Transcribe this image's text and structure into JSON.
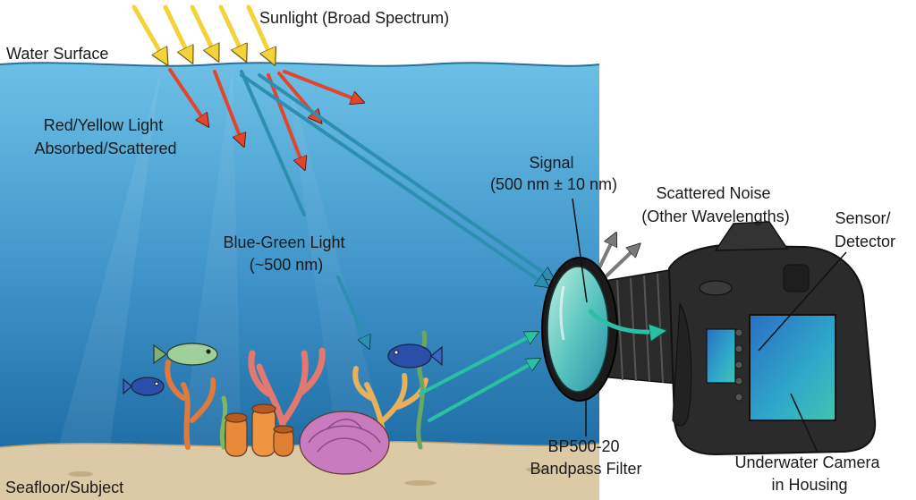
{
  "labels": {
    "sunlight": "Sunlight (Broad Spectrum)",
    "water_surface": "Water Surface",
    "red_yellow": [
      "Red/Yellow Light",
      "Absorbed/Scattered"
    ],
    "blue_green": [
      "Blue-Green Light",
      "(~500 nm)"
    ],
    "signal": [
      "Signal",
      "(500 nm ± 10 nm)"
    ],
    "scattered_noise": [
      "Scattered Noise",
      "(Other Wavelengths)"
    ],
    "sensor": [
      "Sensor/",
      "Detector"
    ],
    "filter": [
      "BP500-20",
      "Bandpass Filter"
    ],
    "camera": [
      "Underwater Camera",
      "in Housing"
    ],
    "seafloor": "Seafloor/Subject"
  },
  "colors": {
    "water_top": "#5fb4dc",
    "water_bottom": "#1f6fa8",
    "sunlight": "#f3d23a",
    "red_light": "#e2452b",
    "blue_green_light": "#2d8fb0",
    "signal": "#2bb5a0",
    "noise": "#6e6e6e",
    "sand": "#d9c6a3",
    "camera_body": "#2b2b2b",
    "screen": "#2e8fd0"
  }
}
